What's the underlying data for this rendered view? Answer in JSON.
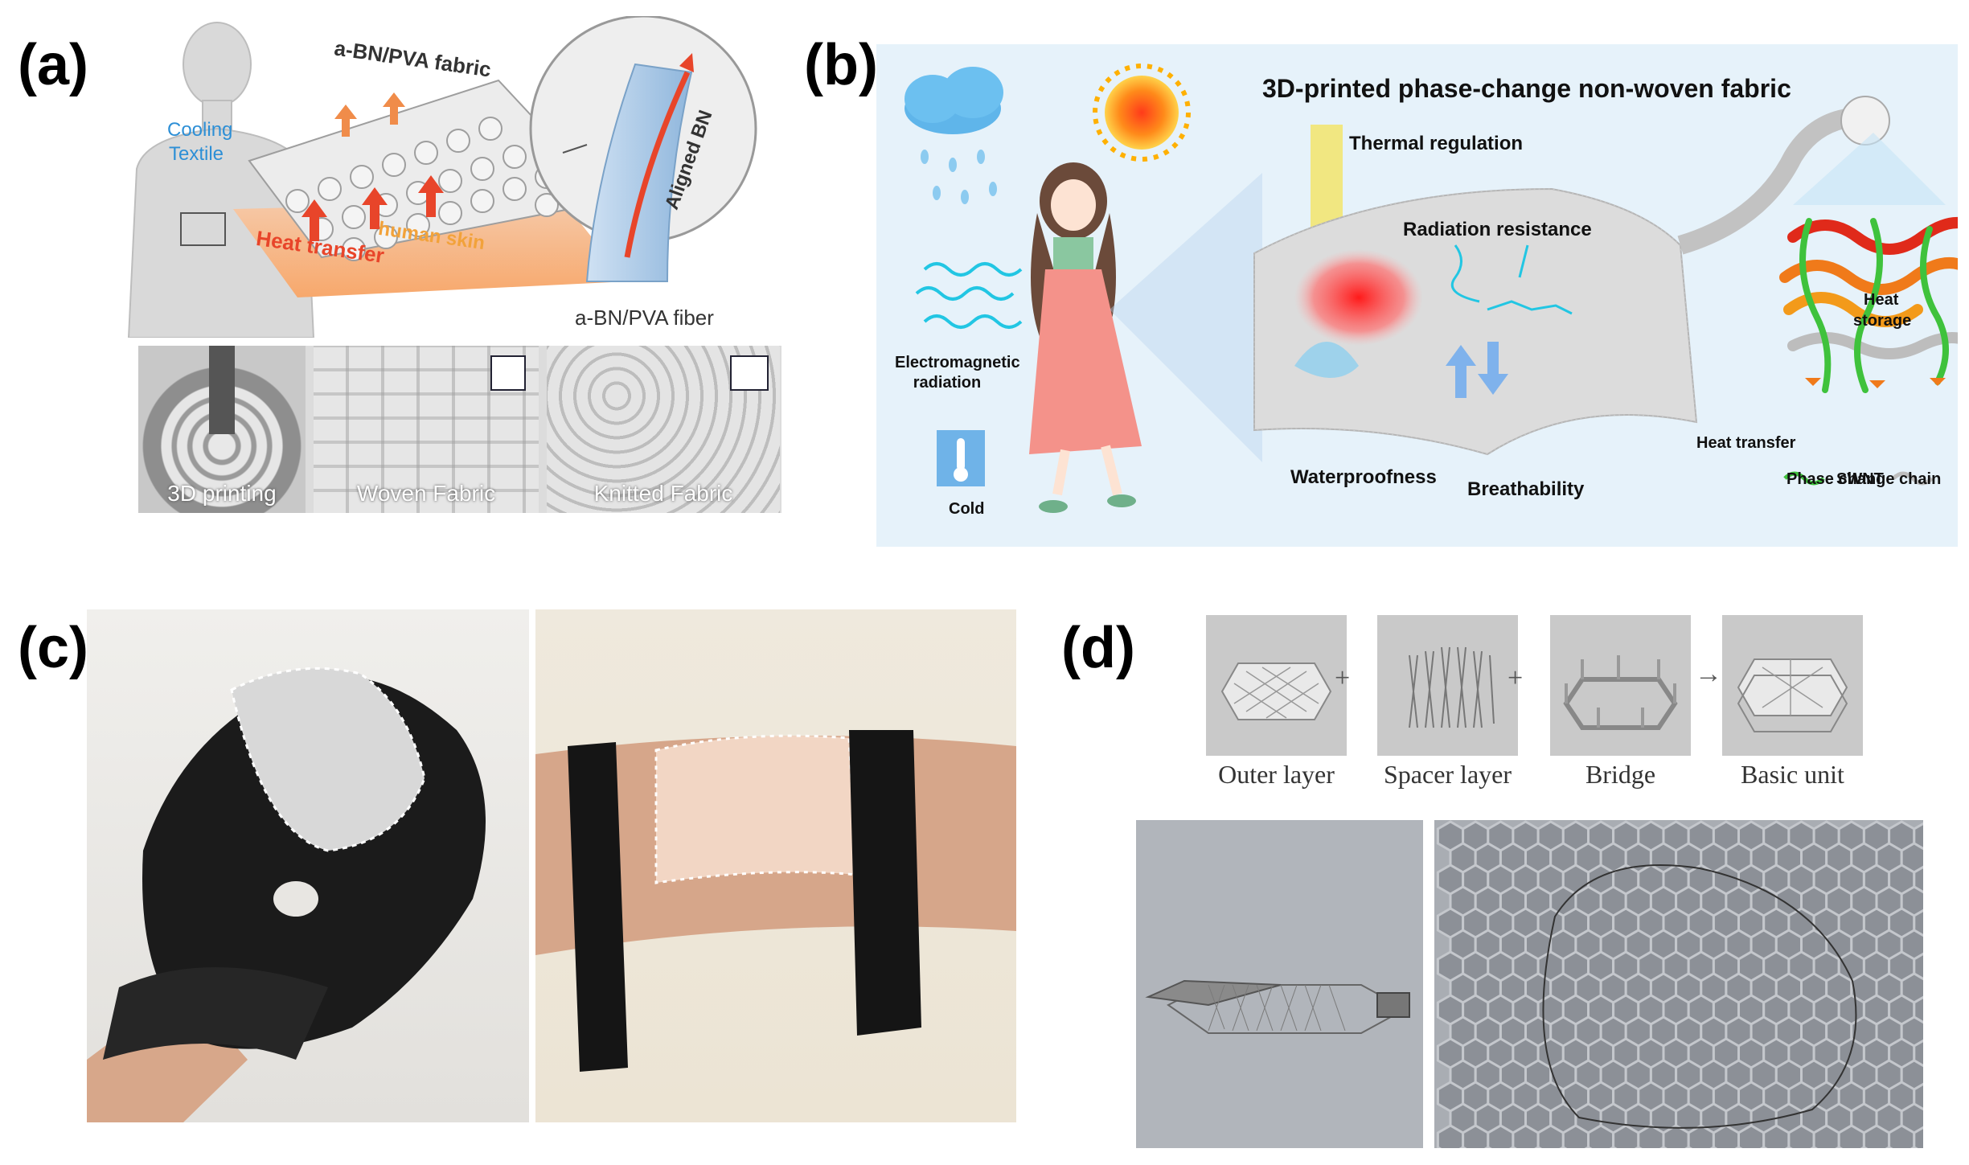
{
  "panels": {
    "a": {
      "letter": "(a)",
      "labels": {
        "fabric": "a-BN/PVA fabric",
        "cooling": "Cooling",
        "textile": "Textile",
        "heat_transfer": "Heat transfer",
        "human_skin": "human skin",
        "aligned_bn": "Aligned BN",
        "fiber": "a-BN/PVA fiber"
      },
      "photos": [
        "3D printing",
        "Woven Fabric",
        "Knitted Fabric"
      ]
    },
    "b": {
      "letter": "(b)",
      "title": "3D-printed phase-change non-woven fabric",
      "labels": {
        "thermal": "Thermal regulation",
        "radiation_resistance": "Radiation resistance",
        "em_line1": "Electromagnetic",
        "em_line2": "radiation",
        "cold": "Cold",
        "waterproof": "Waterproofness",
        "breathability": "Breathability",
        "heat_storage_line1": "Heat",
        "heat_storage_line2": "storage",
        "heat_transfer": "Heat transfer",
        "legend_swnt": "SWNT",
        "legend_pcc": "Phase change chain"
      }
    },
    "c": {
      "letter": "(c)"
    },
    "d": {
      "letter": "(d)",
      "units": [
        "Outer layer",
        "Spacer layer",
        "Bridge",
        "Basic unit"
      ],
      "ops": [
        "+",
        "+",
        "→"
      ]
    }
  },
  "colors": {
    "panel_b_bg": "#e6f2fa",
    "red_arrow": "#e8452a",
    "swnt_green": "#3fc23c",
    "glove_black": "#1b1b1b",
    "grid_bg": "#a9adb3"
  }
}
